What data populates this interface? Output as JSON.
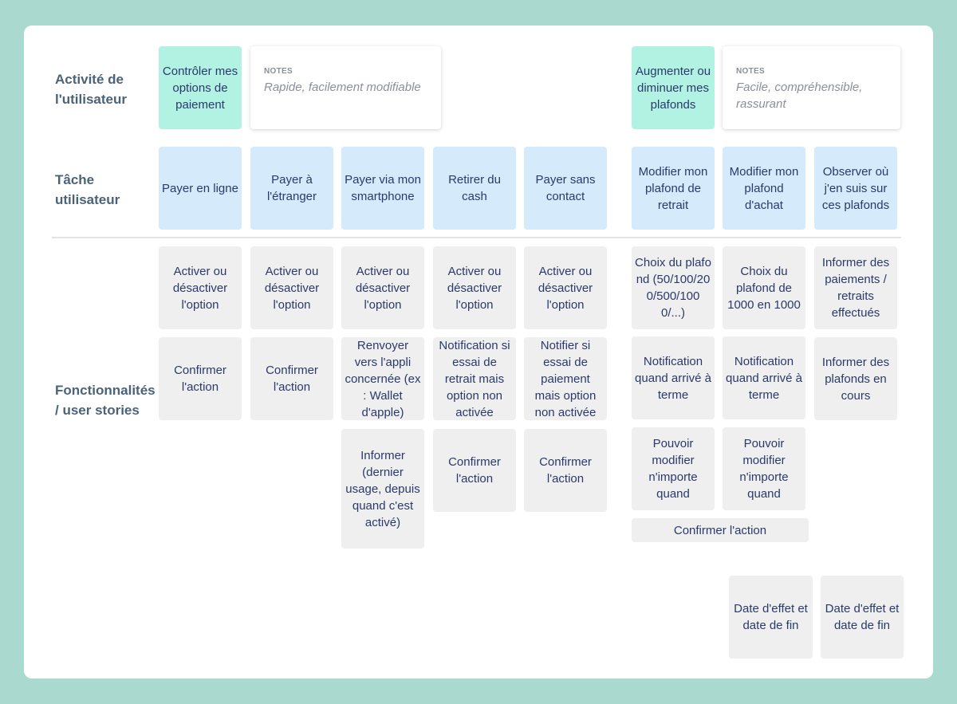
{
  "rows": {
    "activite": "Activité de l'utilisateur",
    "tache": "Tâche utilisateur",
    "fonctionnalites": "Fonctionnalités / user stories"
  },
  "activities": [
    {
      "label": "Contrôler mes options de paiement",
      "note_title": "NOTES",
      "note_body": "Rapide, facilement modifiable"
    },
    {
      "label": "Augmenter ou diminuer mes plafonds",
      "note_title": "NOTES",
      "note_body": "Facile, compréhensible, rassurant"
    }
  ],
  "tasks": [
    "Payer en ligne",
    "Payer à l'étranger",
    "Payer via mon smartphone",
    "Retirer du cash",
    "Payer sans contact",
    "Modifier mon plafond de retrait",
    "Modifier mon plafond d'achat",
    "Observer où j'en suis sur ces plafonds"
  ],
  "stories": {
    "col1": [
      "Activer ou désactiver l'option",
      "Confirmer l'action"
    ],
    "col2": [
      "Activer ou désactiver l'option",
      "Confirmer l'action"
    ],
    "col3": [
      "Activer ou désactiver l'option",
      "Renvoyer vers l'appli concernée (ex : Wallet d'apple)",
      "Informer (dernier usage, depuis quand c'est activé)"
    ],
    "col4": [
      "Activer ou désactiver l'option",
      "Notification si essai de retrait mais option non activée",
      "Confirmer l'action"
    ],
    "col5": [
      "Activer ou désactiver l'option",
      "Notifier si essai de paiement mais option non activée",
      "Confirmer l'action"
    ],
    "col6": [
      "Choix du plafond (50/100/200/500/1000/...)",
      "Notification quand arrivé à terme",
      "Pouvoir modifier n'importe quand"
    ],
    "col7": [
      "Choix du plafond de 1000 en 1000",
      "Notification quand arrivé à terme",
      "Pouvoir modifier n'importe quand"
    ],
    "col8": [
      "Informer des paiements / retraits effectués",
      "Informer des plafonds en cours"
    ],
    "confirm_wide": "Confirmer l'action",
    "date1": "Date d'effet et date de fin",
    "date2": "Date d'effet et date de fin"
  },
  "colors": {
    "background": "#a9d9cf",
    "activity_card": "#b2f2e3",
    "task_card": "#d5eafb",
    "story_card": "#efefef",
    "text": "#2a3a6a",
    "row_label": "#4a6379"
  }
}
